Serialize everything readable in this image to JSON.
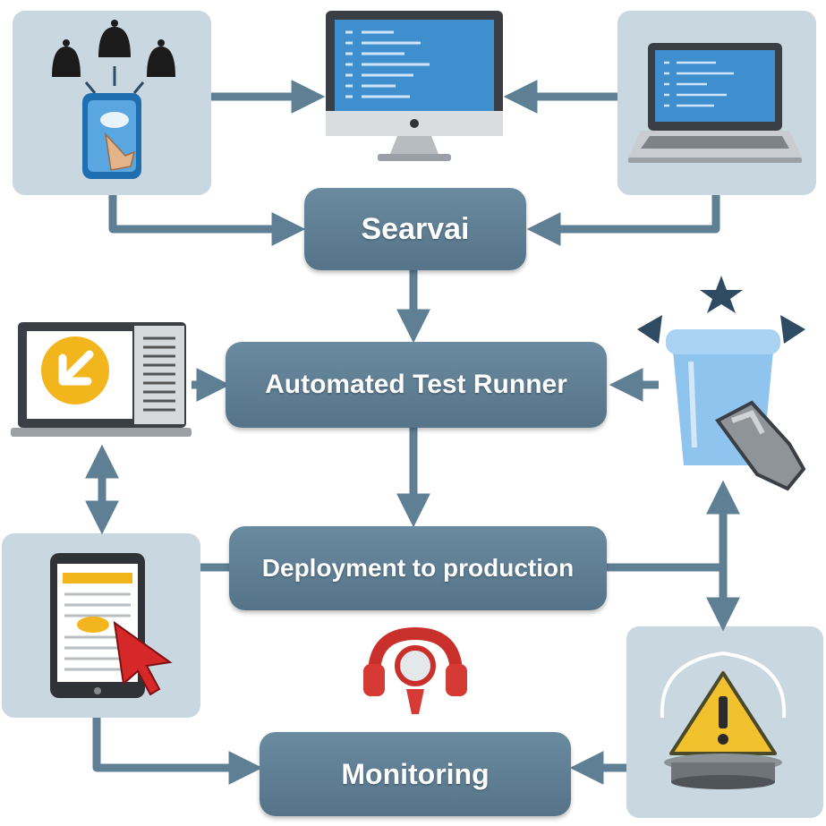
{
  "nodes": {
    "service": {
      "label": "Searvai"
    },
    "runner": {
      "label": "Automated Test Runner"
    },
    "deploy": {
      "label": "Deployment to production"
    },
    "monitor": {
      "label": "Monitoring"
    }
  },
  "icons": {
    "mobile": "mobile-touch-icon",
    "desktop": "desktop-monitor-icon",
    "laptop": "laptop-icon",
    "test_station": "test-workstation-icon",
    "bucket": "cloud-bucket-icon",
    "tablet": "tablet-cursor-icon",
    "alert": "warning-alert-icon",
    "support": "support-headset-icon"
  },
  "colors": {
    "panel": "#c9d7e0",
    "pill": "#5f7f95",
    "arrow": "#5f7f95",
    "screen": "#3f8fcf",
    "warning": "#f2c12e",
    "accent_red": "#d63a34"
  }
}
